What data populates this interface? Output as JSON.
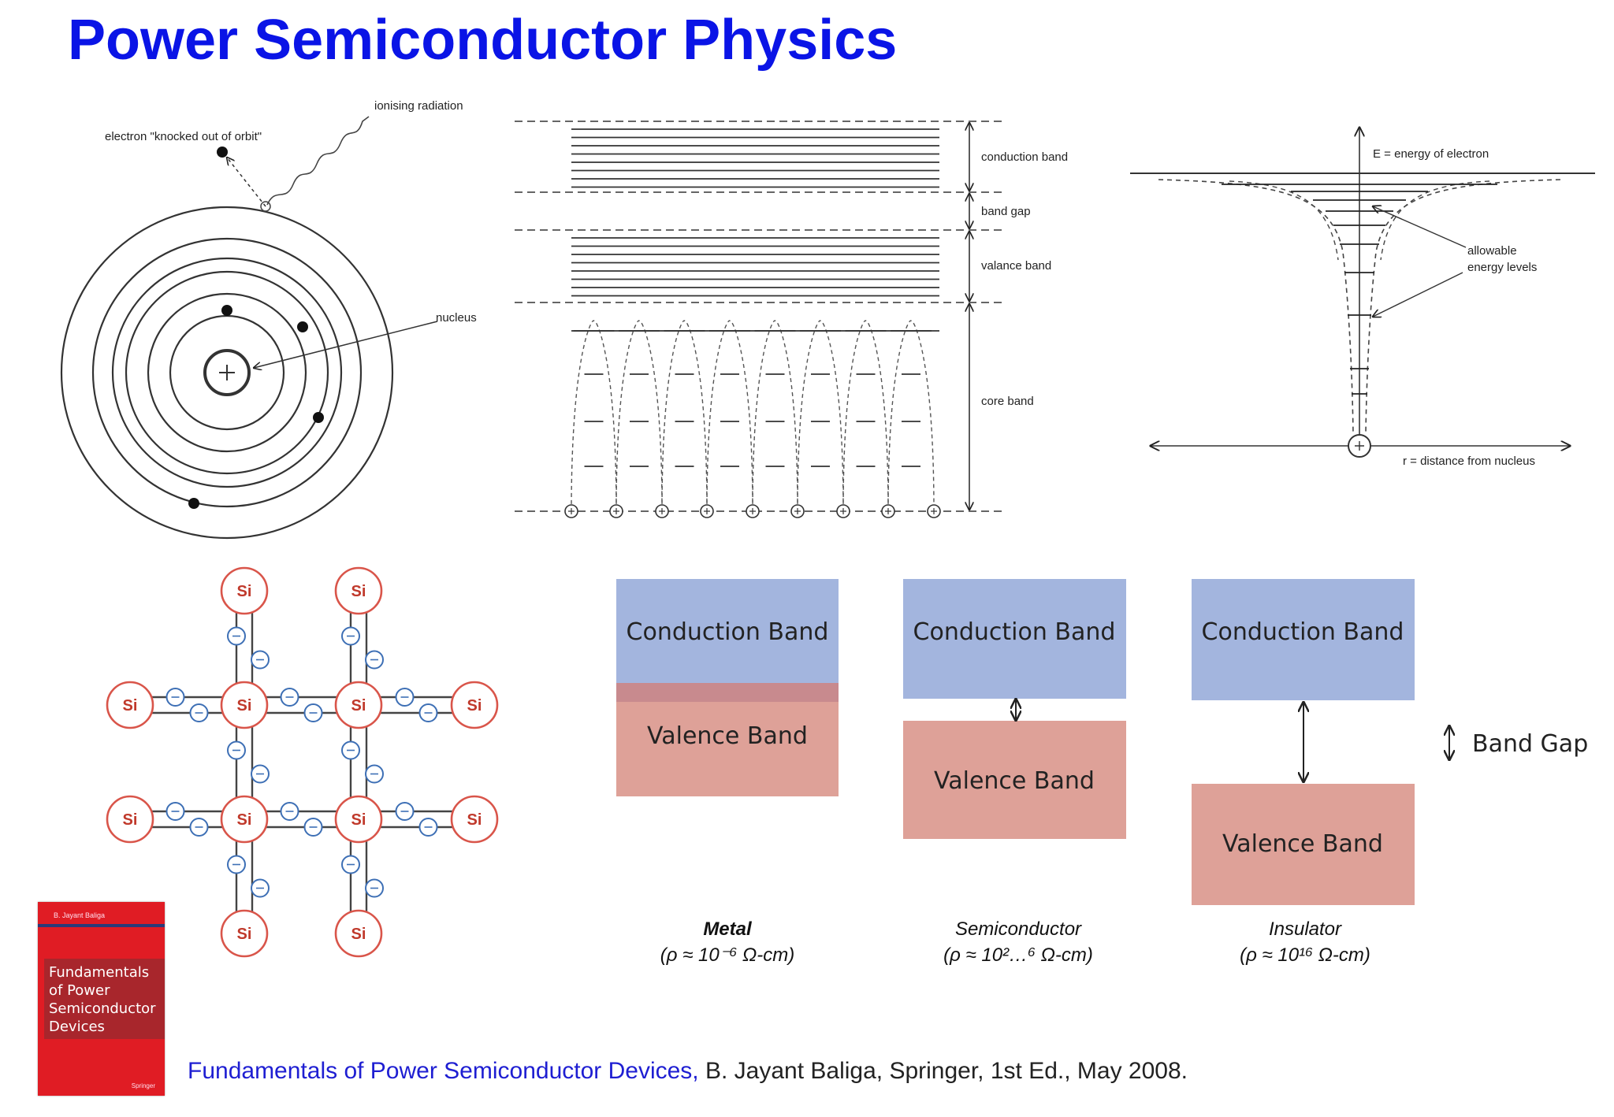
{
  "title": "Power Semiconductor Physics",
  "atom": {
    "radiation_label": "ionising radiation",
    "electron_label": "electron \"knocked out of orbit\"",
    "nucleus_label": "nucleus"
  },
  "bands": {
    "conduction": "conduction band",
    "gap": "band gap",
    "valance": "valance band",
    "core": "core band"
  },
  "well": {
    "energy_label": "E = energy of electron",
    "levels_label_1": "allowable",
    "levels_label_2": "energy levels",
    "distance_label": "r = distance from nucleus"
  },
  "lattice": {
    "atom_label": "Si"
  },
  "band_diagrams": {
    "conduction": "Conduction Band",
    "valence": "Valence Band",
    "band_gap": "Band Gap",
    "metal_name": "Metal",
    "metal_rho": "(ρ ≈ 10⁻⁶ Ω-cm)",
    "semi_name": "Semiconductor",
    "semi_rho": "(ρ ≈ 10²…⁶ Ω-cm)",
    "ins_name": "Insulator",
    "ins_rho": "(ρ ≈ 10¹⁶ Ω-cm)",
    "colors": {
      "conduction": "#a3b5de",
      "valence": "#dea198",
      "overlap": "#c88a8e"
    }
  },
  "book": {
    "author": "B. Jayant Baliga",
    "title": "Fundamentals of Power Semiconductor Devices",
    "publisher": "Springer"
  },
  "reference": {
    "title": "Fundamentals of Power Semiconductor Devices,",
    "rest": " B. Jayant Baliga, Springer, 1st Ed., May 2008."
  }
}
